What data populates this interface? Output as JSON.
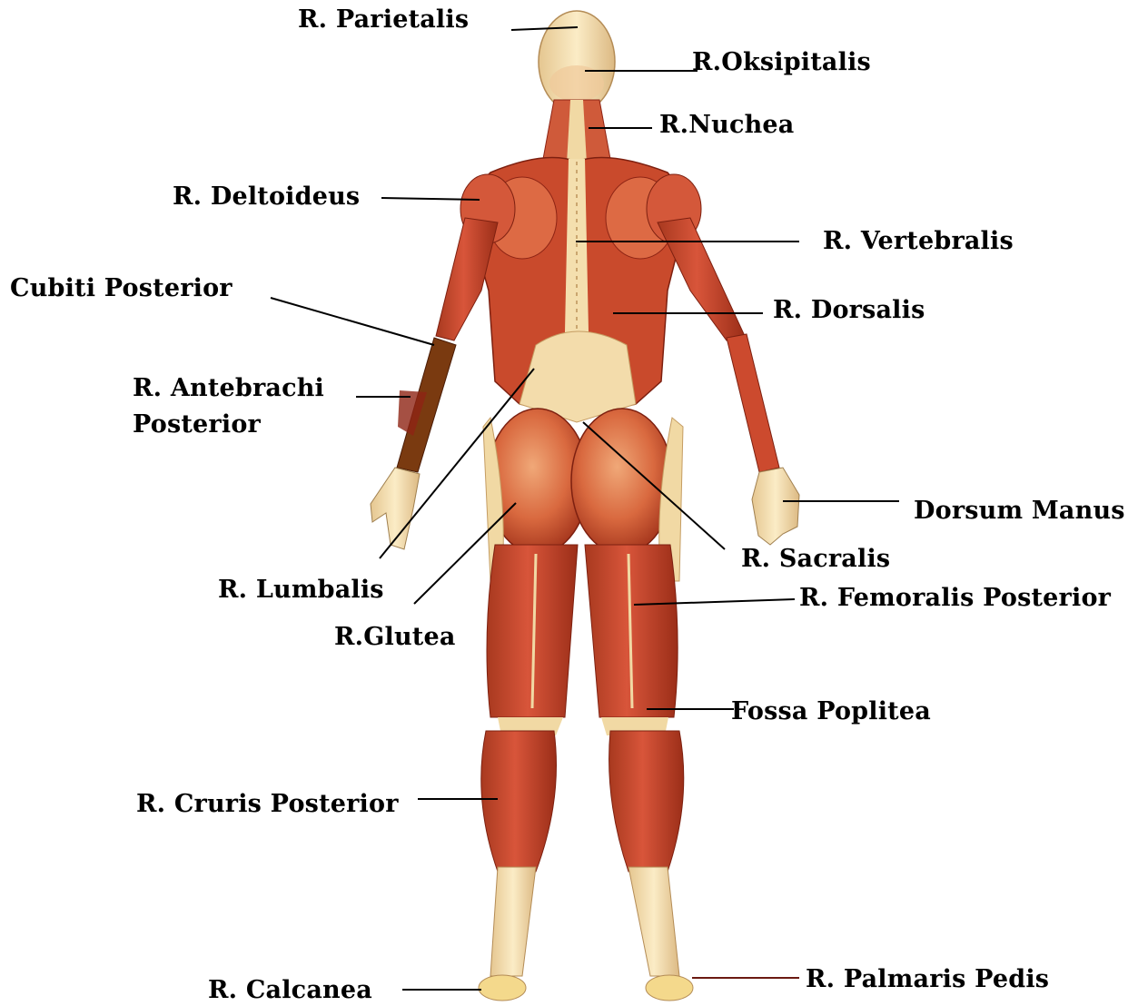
{
  "diagram": {
    "labels": {
      "parietalis": "R. Parietalis",
      "oksipitalis": "R.Oksipitalis",
      "nuchea": "R.Nuchea",
      "deltoideus": "R. Deltoideus",
      "vertebralis": "R. Vertebralis",
      "cubiti_posterior": "Cubiti Posterior",
      "dorsalis": "R. Dorsalis",
      "antebrachi_line1": "R. Antebrachi",
      "antebrachi_line2": "Posterior",
      "dorsum_manus": "Dorsum Manus",
      "sacralis": "R. Sacralis",
      "lumbalis": "R. Lumbalis",
      "femoralis_posterior": "R. Femoralis Posterior",
      "glutea": "R.Glutea",
      "fossa_poplitea": "Fossa Poplitea",
      "cruris_posterior": "R. Cruris Posterior",
      "calcanea": "R. Calcanea",
      "palmaris_pedis": "R. Palmaris Pedis"
    },
    "colors": {
      "muscle": "#c9422a",
      "muscle_dark": "#8e2414",
      "skin": "#f3ddb0",
      "highlight": "#7a3a10",
      "leader": "#000000",
      "leader_accent": "#6b1a12"
    }
  }
}
